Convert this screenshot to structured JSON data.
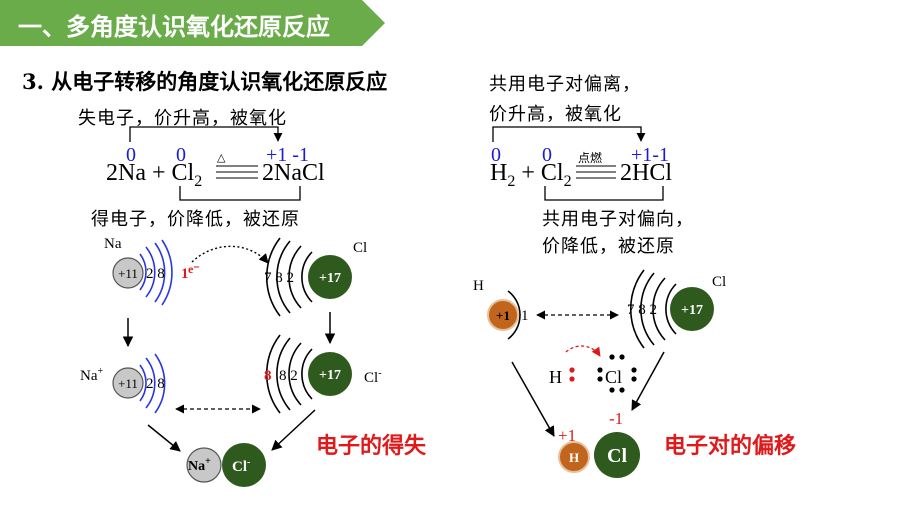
{
  "header": {
    "title": "一、多角度认识氧化还原反应"
  },
  "section": {
    "number": "3.",
    "title": "从电子转移的角度认识氧化还原反应"
  },
  "left": {
    "lose_note": "失电子，价升高，被氧化",
    "gain_note": "得电子，价降低，被还原",
    "val_na": "0",
    "val_cl": "0",
    "val_nacl": "+1 -1",
    "eq_na": "2Na + Cl",
    "eq_sub": "2",
    "eq_cond": "△",
    "eq_rest": "2NaCl",
    "caption": "电子的得失",
    "na_label": "Na",
    "na_core": "+11",
    "na_shells": "2 8",
    "na_e": "1",
    "na_e_sup": "e⁻",
    "cl_label": "Cl",
    "cl_core": "+17",
    "cl_shells": "7 8 2",
    "naion_label": "Na",
    "naion_sup": "+",
    "naion_core": "+11",
    "naion_shells": "2 8",
    "clion_label": "Cl",
    "clion_sup": "-",
    "clion_core": "+17",
    "clion_outer": "8",
    "clion_shells": "8 2",
    "prod_na": "Na",
    "prod_na_sup": "+",
    "prod_cl": "Cl",
    "prod_cl_sup": "-"
  },
  "right": {
    "top_note_1": "共用电子对偏离，",
    "top_note_2": "价升高，被氧化",
    "bottom_note_1": "共用电子对偏向，",
    "bottom_note_2": "价降低，被还原",
    "val_h": "0",
    "val_cl": "0",
    "val_hcl": "+1-1",
    "eq_h": "H",
    "eq_h_sub": "2",
    "eq_plus": "+ Cl",
    "eq_cl_sub": "2",
    "eq_cond": "点燃",
    "eq_rest": "2HCl",
    "caption": "电子对的偏移",
    "h_label": "H",
    "h_core": "+1",
    "h_shell": "1",
    "cl_label": "Cl",
    "cl_core": "+17",
    "cl_shells": "7 8 2",
    "lewis_h": "H",
    "lewis_cl": "Cl",
    "prod_h_charge": "+1",
    "prod_cl_charge": "-1",
    "prod_h": "H",
    "prod_cl": "Cl"
  },
  "colors": {
    "header_green": "#6aab4a",
    "atom_green": "#2f5a1e",
    "atom_gray": "#c8c8c8",
    "h_orange": "#c0651b",
    "caption_red": "#e0191b",
    "valence_blue": "#1a1adb",
    "shell_blue": "#2a35e8"
  }
}
